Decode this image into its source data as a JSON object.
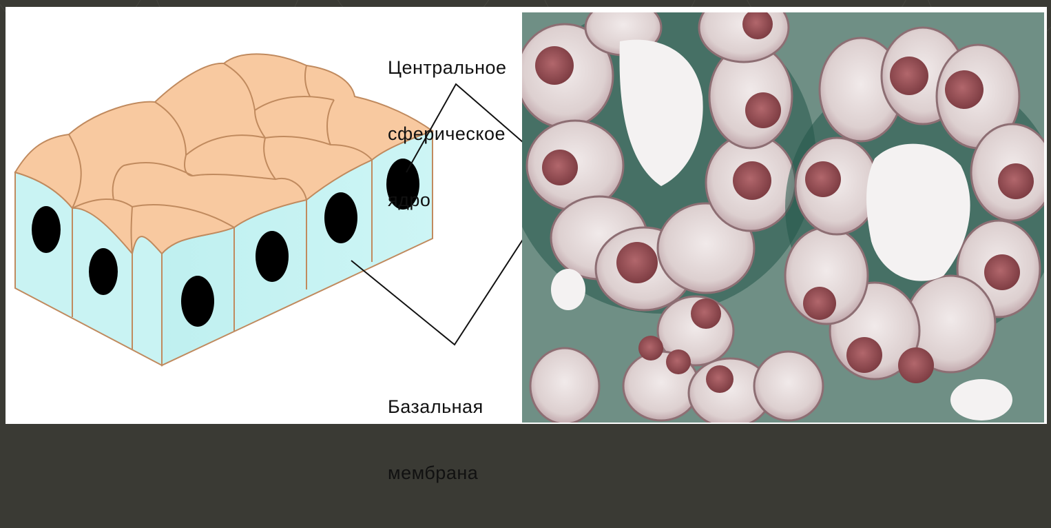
{
  "labels": {
    "nucleus": [
      "Центральное",
      "сферическое",
      "ядро"
    ],
    "membrane": [
      "Базальная",
      "мембрана"
    ]
  },
  "colors": {
    "frame": "#3a3a34",
    "cell_top": "#f8c9a0",
    "cell_side": "#c9f3f3",
    "cell_border": "#c08a5e",
    "nucleus": "#000000",
    "micro_nucleus": "#8e4a4d",
    "micro_stroma": "#2f6f5e"
  }
}
